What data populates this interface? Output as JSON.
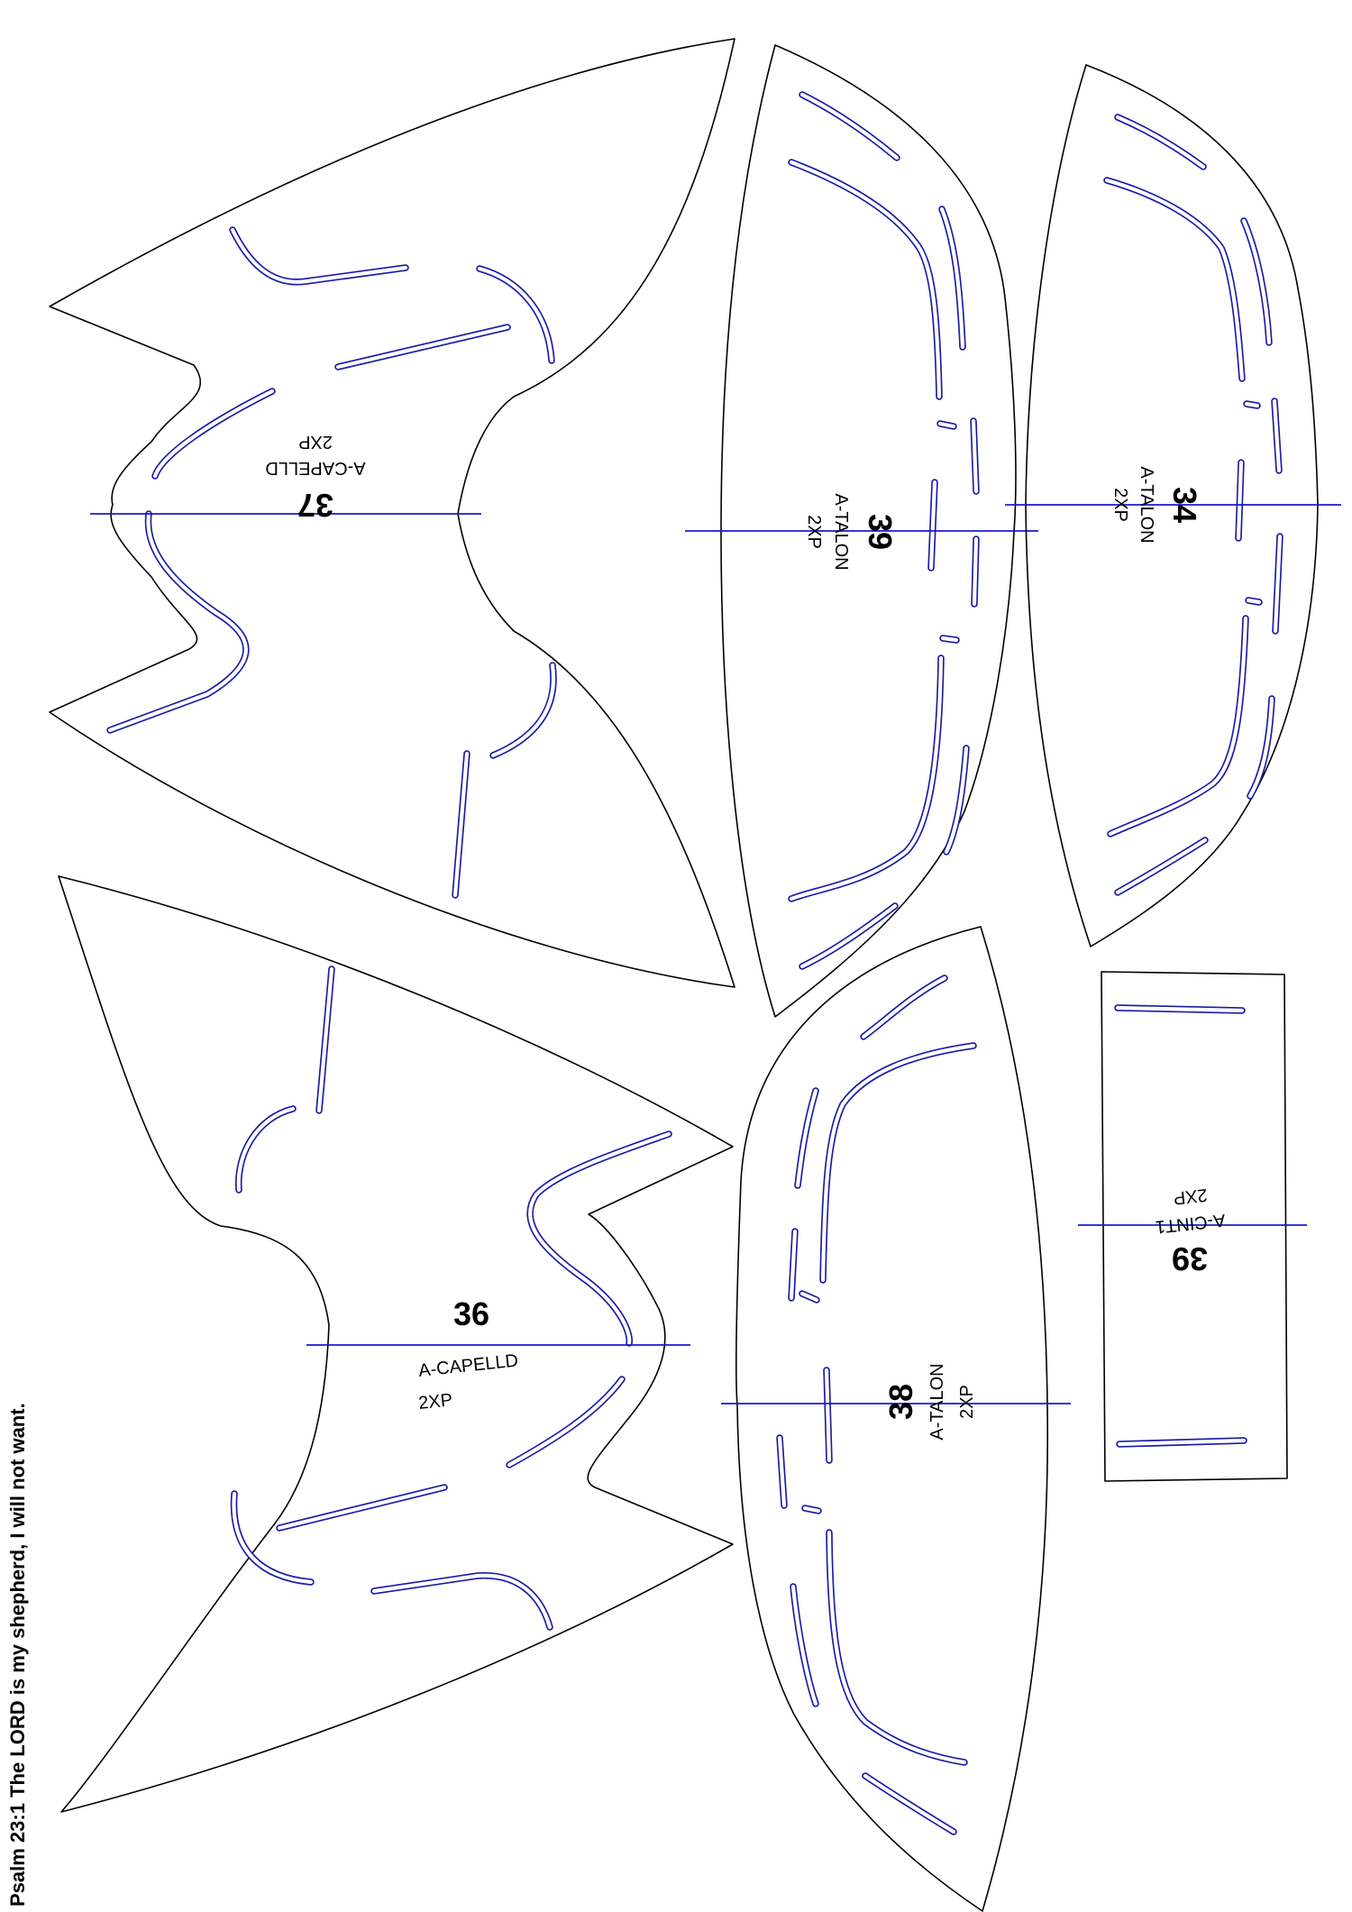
{
  "caption": "Psalm 23:1 The LORD is my shepherd, I will not want.",
  "colors": {
    "outline": "#000000",
    "slot": "#1a1aa6",
    "grain": "#1a1ad0",
    "background": "#ffffff"
  },
  "pieces": {
    "p37": {
      "number": "37",
      "name": "A-CAPELLD",
      "qty": "2XP"
    },
    "p39": {
      "number": "39",
      "name": "A-TALON",
      "qty": "2XP"
    },
    "p34": {
      "number": "34",
      "name": "A-TALON",
      "qty": "2XP"
    },
    "p36": {
      "number": "36",
      "name": "A-CAPELLD",
      "qty": "2XP"
    },
    "p38": {
      "number": "38",
      "name": "A-TALON",
      "qty": "2XP"
    },
    "p39b": {
      "number": "39",
      "name": "A-CINT1",
      "qty": "2XP"
    }
  }
}
